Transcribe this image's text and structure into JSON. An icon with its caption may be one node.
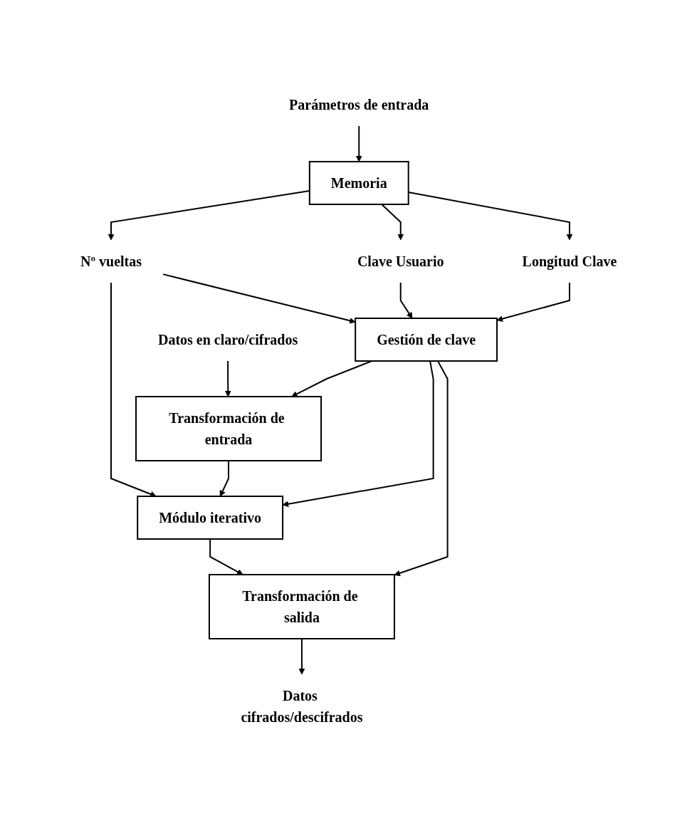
{
  "diagram": {
    "nodes": [
      {
        "text": [
          "Parámetros de entrada"
        ]
      },
      {
        "text": [
          "Memoria"
        ]
      },
      {
        "text": [
          "Nº vueltas"
        ]
      },
      {
        "text": [
          "Clave Usuario"
        ]
      },
      {
        "text": [
          "Longitud Clave"
        ]
      },
      {
        "text": [
          "Gestión de clave"
        ]
      },
      {
        "text": [
          "Datos en claro/cifrados"
        ]
      },
      {
        "text": [
          "Transformación de entrada"
        ]
      },
      {
        "text": [
          "Módulo iterativo"
        ]
      },
      {
        "text": [
          "Transformación de salida"
        ]
      },
      {
        "text": [
          "Datos cifrados/descifrados"
        ]
      }
    ],
    "edges": [
      {
        "from": 0,
        "to": 1,
        "arrow": "to"
      },
      {
        "from": 1,
        "to": 2,
        "arrow": "to"
      },
      {
        "from": 1,
        "to": 3,
        "arrow": "to"
      },
      {
        "from": 1,
        "to": 4,
        "arrow": "to"
      },
      {
        "from": 2,
        "to": 5,
        "arrow": "to"
      },
      {
        "from": 2,
        "to": 8,
        "arrow": "to"
      },
      {
        "from": 3,
        "to": 5,
        "arrow": "to"
      },
      {
        "from": 4,
        "to": 5,
        "arrow": "to"
      },
      {
        "from": 6,
        "to": 7,
        "arrow": "to"
      },
      {
        "from": 5,
        "to": 7,
        "arrow": "to"
      },
      {
        "from": 7,
        "to": 8,
        "arrow": "to"
      },
      {
        "from": 5,
        "to": 8,
        "arrow": "to"
      },
      {
        "from": 8,
        "to": 9,
        "arrow": "to"
      },
      {
        "from": 5,
        "to": 9,
        "arrow": "to"
      },
      {
        "from": 9,
        "to": 10,
        "arrow": "to"
      }
    ]
  }
}
